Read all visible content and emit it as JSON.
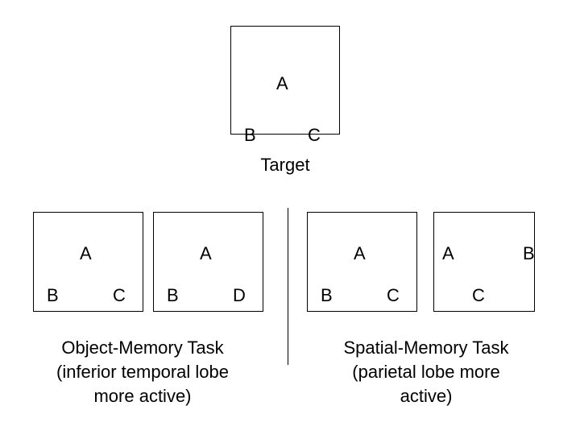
{
  "diagram": {
    "target": {
      "letters": {
        "a": "A",
        "b": "B",
        "c": "C"
      },
      "caption": "Target"
    },
    "object_memory": {
      "box1": {
        "a": "A",
        "b": "B",
        "c": "C"
      },
      "box2": {
        "a": "A",
        "b": "B",
        "d": "D"
      },
      "caption_line1": "Object-Memory Task",
      "caption_line2": "(inferior temporal lobe",
      "caption_line3": "more active)"
    },
    "spatial_memory": {
      "box1": {
        "a": "A",
        "b": "B",
        "c": "C"
      },
      "box2": {
        "a": "A",
        "b": "B",
        "c": "C"
      },
      "caption_line1": "Spatial-Memory Task",
      "caption_line2": "(parietal lobe more",
      "caption_line3": "active)"
    },
    "colors": {
      "background": "#ffffff",
      "stroke": "#000000",
      "text": "#000000"
    }
  }
}
